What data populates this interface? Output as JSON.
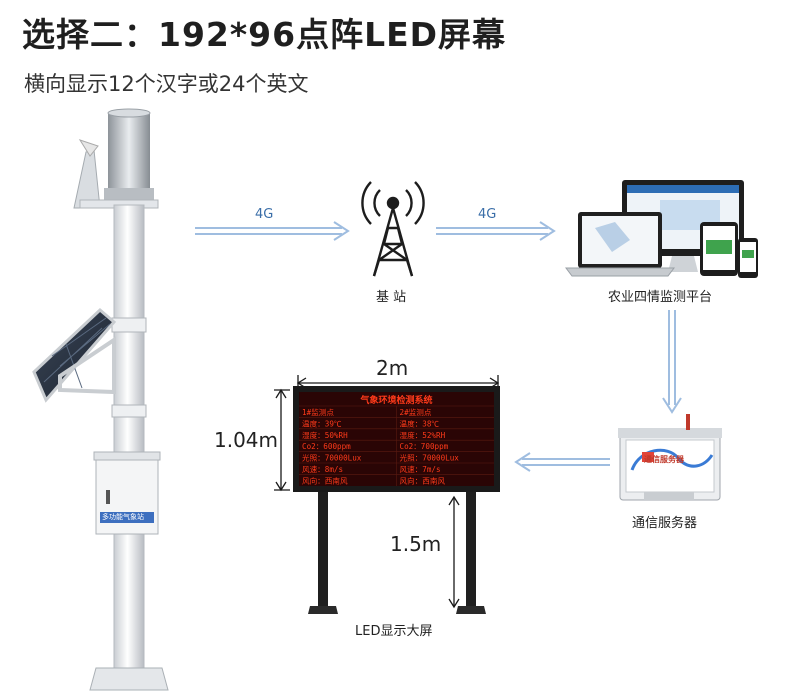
{
  "header": {
    "title": "选择二：192*96点阵LED屏幕",
    "subtitle": "横向显示12个汉字或24个英文"
  },
  "flow": {
    "link1": "4G",
    "link2": "4G",
    "base_station": "基 站",
    "platform": "农业四情监测平台",
    "server": "通信服务器",
    "display": "LED显示大屏"
  },
  "station": {
    "cabinet_label": "多功能气象站"
  },
  "server_device": {
    "brand": "通信服务器"
  },
  "dimensions": {
    "width": "2m",
    "height": "1.04m",
    "pole": "1.5m"
  },
  "led": {
    "title": "气象环境检测系统",
    "rows": [
      [
        "1#监测点",
        "2#监测点"
      ],
      [
        "温度：39℃",
        "温度：38℃"
      ],
      [
        "湿度：50%RH",
        "湿度：52%RH"
      ],
      [
        "Co2：600ppm",
        "Co2：700ppm"
      ],
      [
        "光照：70000Lux",
        "光照：70000Lux"
      ],
      [
        "风速：8m/s",
        "风速：7m/s"
      ],
      [
        "风向：西南风",
        "风向：西南风"
      ]
    ],
    "text_color": "#ff3a1a",
    "panel_color": "#2a0505"
  },
  "colors": {
    "arrow": "#9fbde0",
    "dimension_line": "#1a1a1a"
  }
}
